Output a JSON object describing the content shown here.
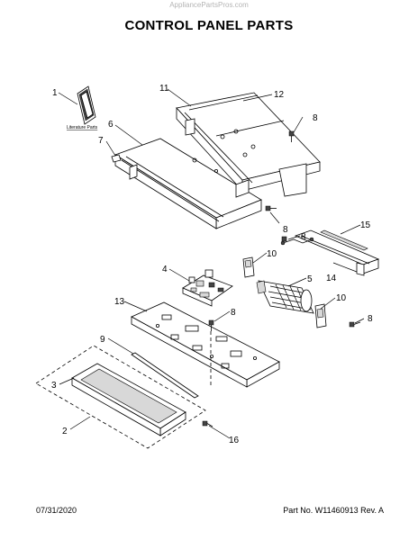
{
  "watermark": "AppliancePartsPros.com",
  "title": "CONTROL PANEL PARTS",
  "literature_label": "Literature Parts",
  "footer": {
    "date": "07/31/2020",
    "part_info": "Part No. W11460913  Rev. A"
  },
  "callouts": {
    "c1": "1",
    "c2": "2",
    "c3": "3",
    "c4": "4",
    "c5": "5",
    "c6": "6",
    "c7": "7",
    "c8a": "8",
    "c8b": "8",
    "c8c": "8",
    "c8d": "8",
    "c8e": "8",
    "c9": "9",
    "c10a": "10",
    "c10b": "10",
    "c11": "11",
    "c12": "12",
    "c13": "13",
    "c14": "14",
    "c15": "15",
    "c16": "16"
  }
}
